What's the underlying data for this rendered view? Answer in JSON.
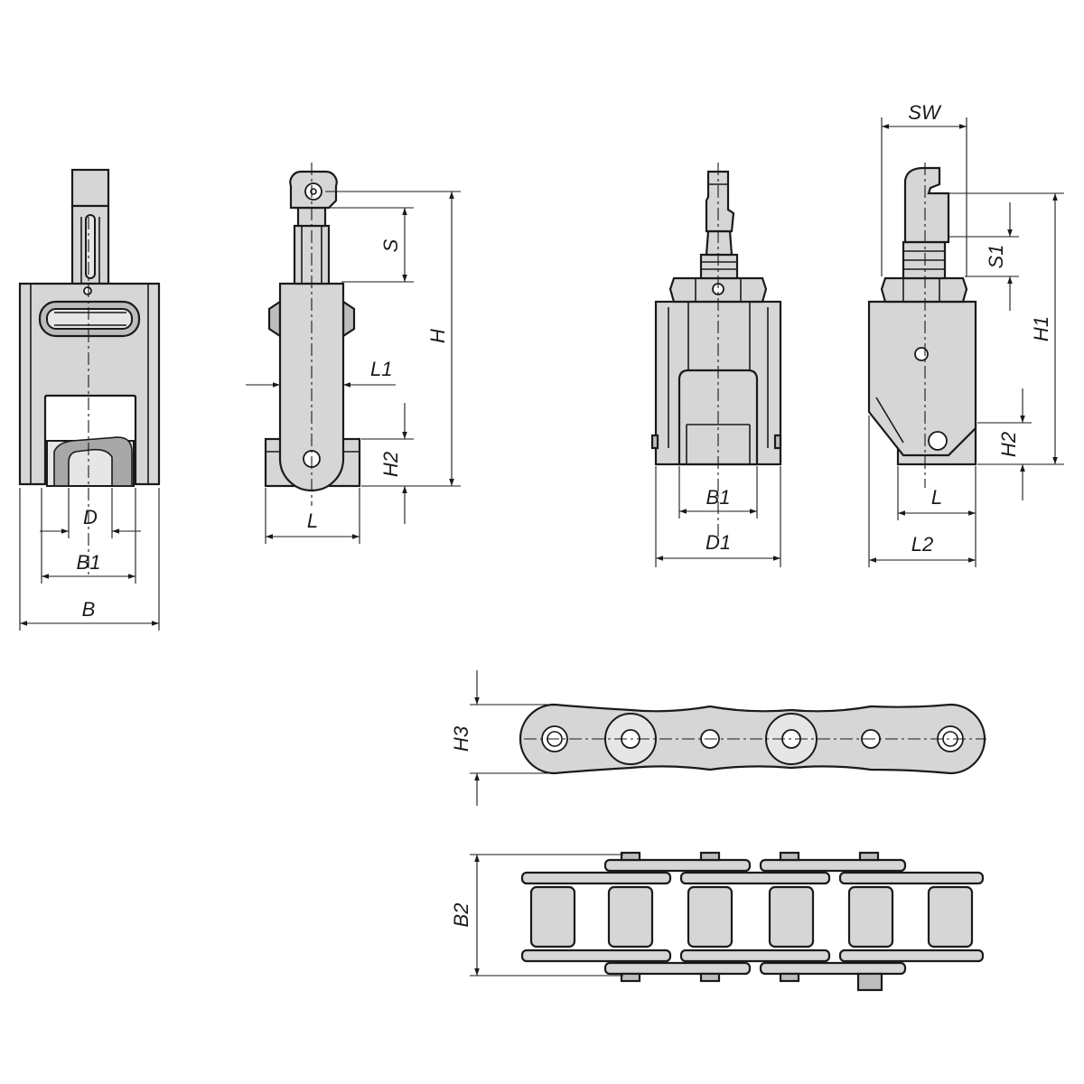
{
  "dimensions": {
    "front_view": {
      "d": "D",
      "b1": "B1",
      "b": "B"
    },
    "side_view": {
      "s": "S",
      "h": "H",
      "l1": "L1",
      "h2": "H2",
      "l": "L"
    },
    "nut_front_view": {
      "b1": "B1",
      "d1": "D1"
    },
    "nut_side_view": {
      "sw": "SW",
      "s1": "S1",
      "h1": "H1",
      "h2": "H2",
      "l": "L",
      "l2": "L2"
    },
    "chain_side_view": {
      "h3": "H3"
    },
    "chain_top_view": {
      "b2": "B2"
    }
  }
}
